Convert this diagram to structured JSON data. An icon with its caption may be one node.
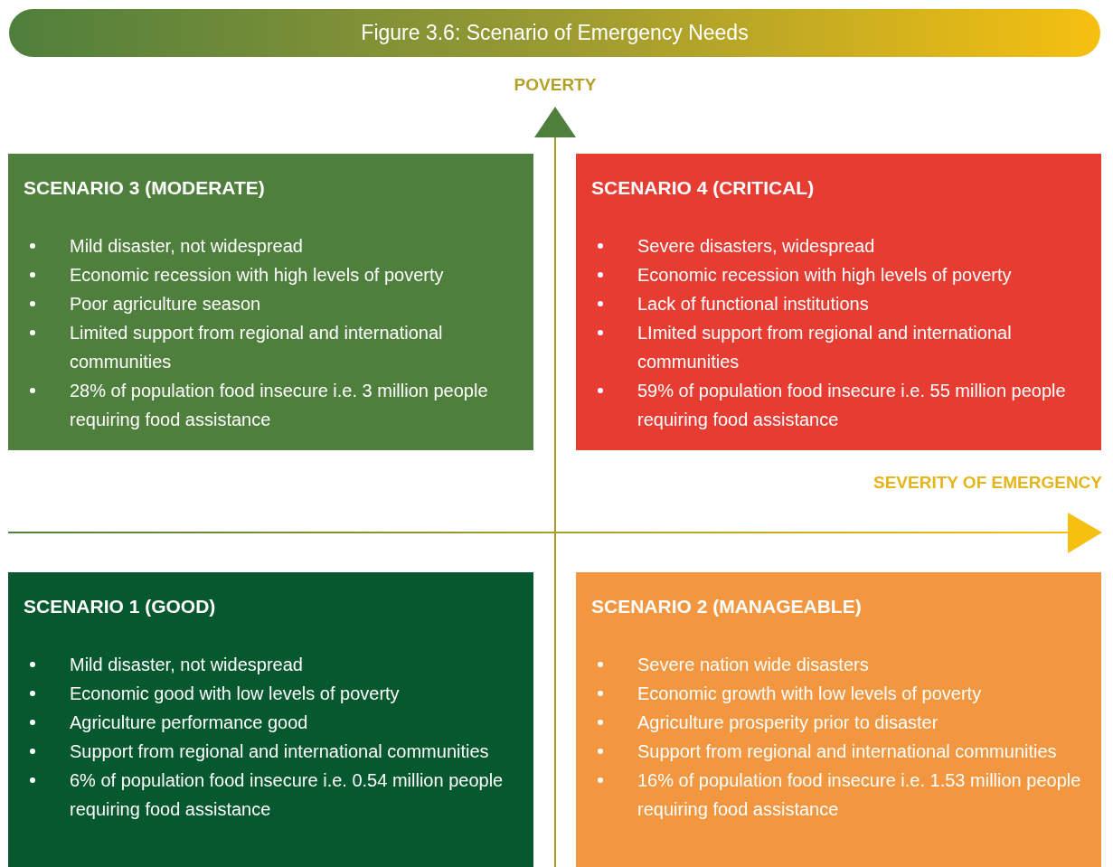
{
  "diagram": {
    "title": "Figure 3.6: Scenario of Emergency Needs",
    "nodes": [
      {
        "text": [
          "SCENARIO 3 (MODERATE)",
          "Mild disaster, not widespread",
          "Economic recession with high levels of poverty",
          "Poor agriculture season",
          "Limited support from regional and international communities",
          "28% of population food insecure i.e. 3 million people requiring food assistance"
        ]
      },
      {
        "text": [
          "SCENARIO 4 (CRITICAL)",
          "Severe disasters, widespread",
          "Economic recession with high levels of poverty",
          "Lack of functional institutions",
          "LImited support from regional and international communities",
          "59% of population food insecure i.e. 55 million people requiring food assistance"
        ]
      },
      {
        "text": [
          "SCENARIO 1 (GOOD)",
          "Mild disaster, not widespread",
          "Economic good with low levels of poverty",
          "Agriculture performance good",
          "Support from regional and international communities",
          "6% of population food insecure i.e. 0.54 million people requiring food assistance"
        ]
      },
      {
        "text": [
          "SCENARIO 2 (MANAGEABLE)",
          "Severe nation wide disasters",
          "Economic growth with low levels of poverty",
          "Agriculture prosperity prior to disaster",
          "Support from regional and international communities",
          "16% of population food insecure i.e. 1.53 million people requiring food assistance"
        ]
      }
    ],
    "labels": [
      "POVERTY",
      "SEVERITY OF EMERGENCY"
    ]
  }
}
